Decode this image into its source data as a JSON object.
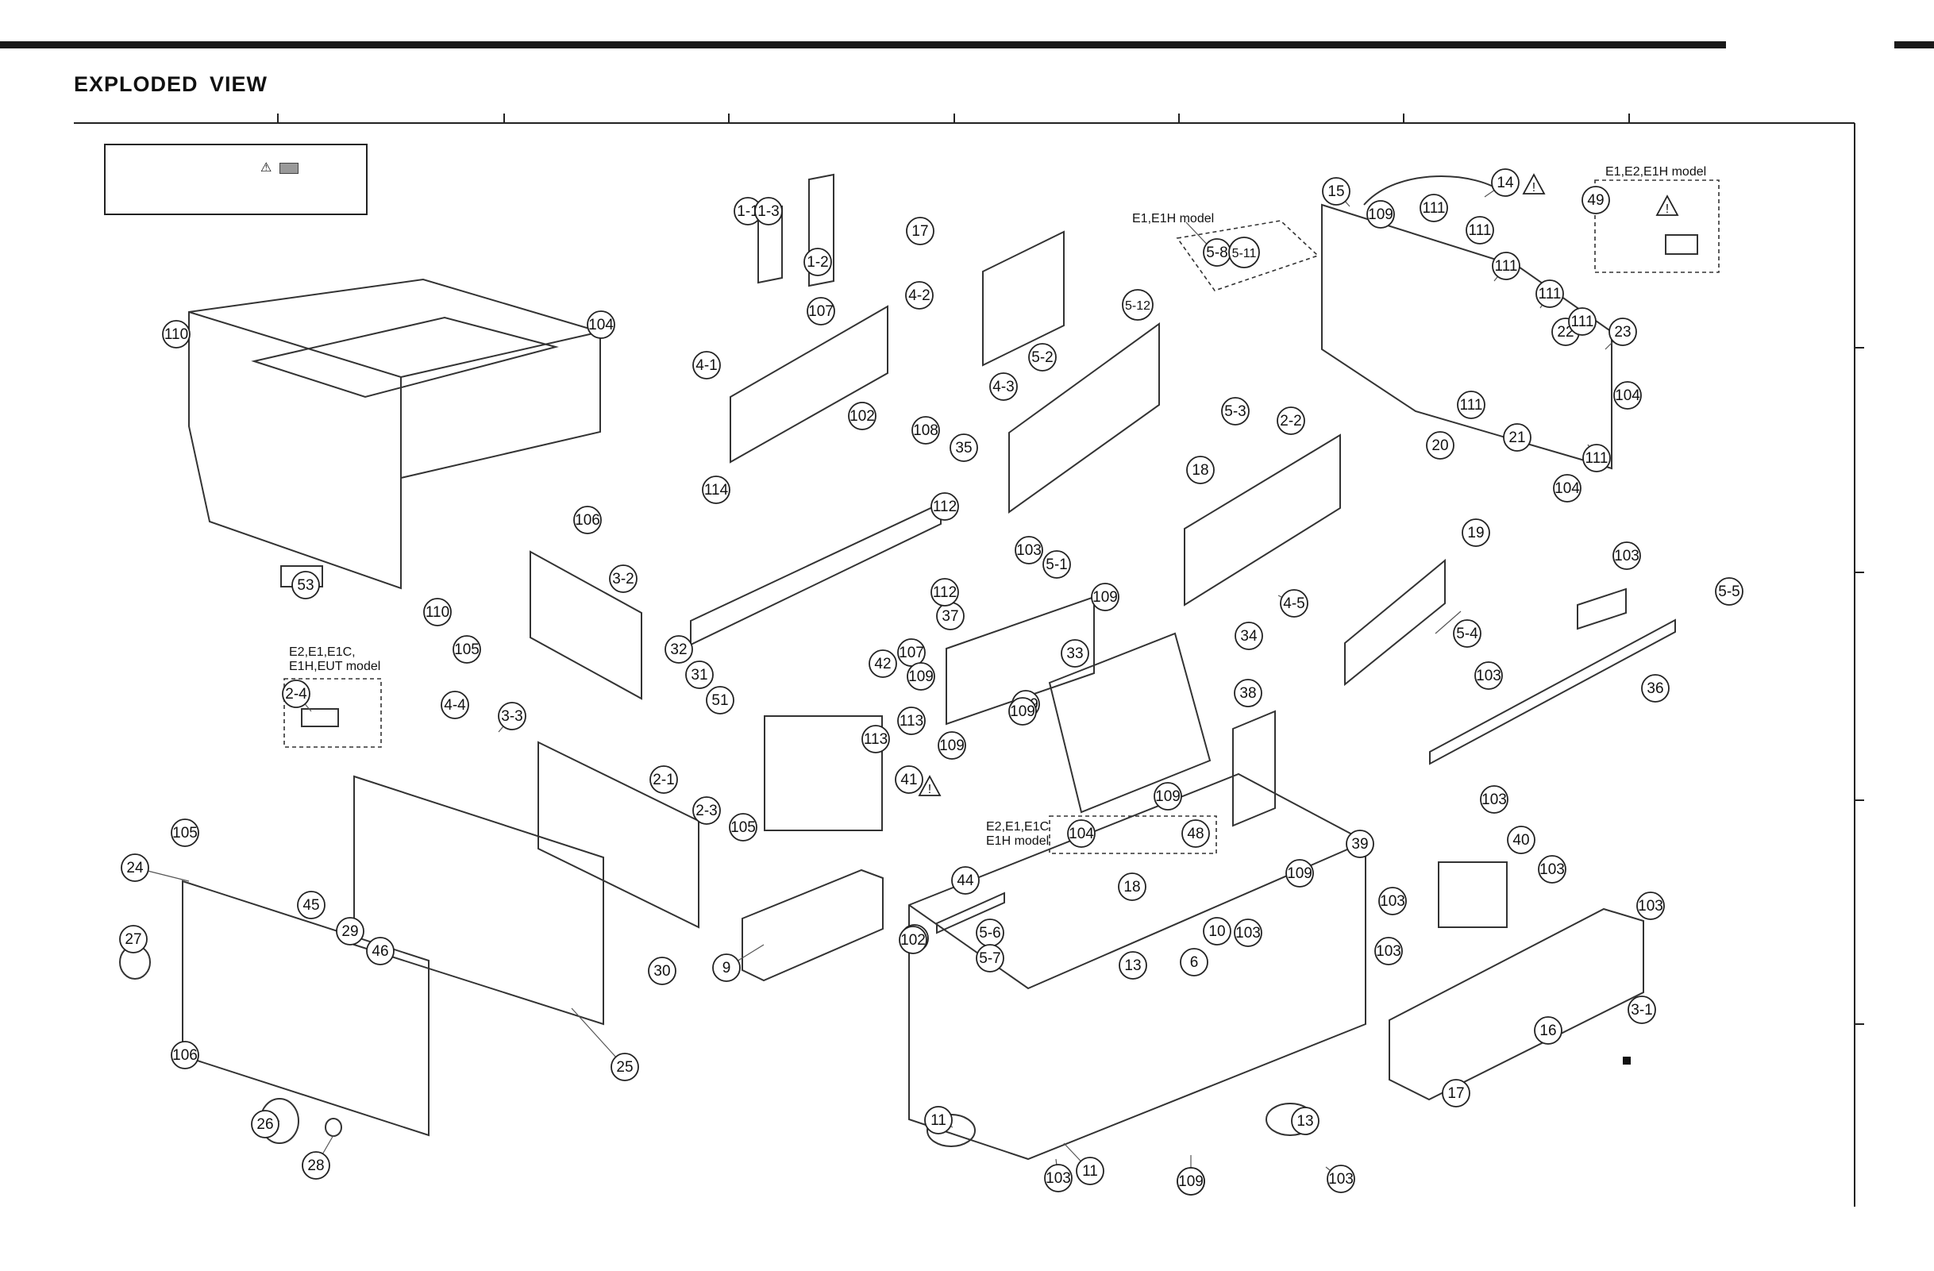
{
  "title": "EXPLODED VIEW",
  "notice": {
    "glyph": "⚠"
  },
  "model_notes": [
    {
      "id": "e1-e2-e1h",
      "lines": [
        "E1,E2,E1H model"
      ]
    },
    {
      "id": "e1-e1h",
      "lines": [
        "E1,E1H model"
      ]
    },
    {
      "id": "e2-e1-e1c-e1h-eut",
      "lines": [
        "E2,E1,E1C,",
        "E1H,EUT model"
      ]
    },
    {
      "id": "e2-e1-e1c-e1h",
      "lines": [
        "E2,E1,E1C",
        "E1H model"
      ]
    }
  ],
  "callouts": [
    "1-1",
    "1-2",
    "1-3",
    "2-1",
    "2-2",
    "2-3",
    "2-4",
    "3-1",
    "3-2",
    "3-3",
    "4-1",
    "4-2",
    "4-3",
    "4-4",
    "4-5",
    "5-1",
    "5-2",
    "5-3",
    "5-4",
    "5-5",
    "5-6",
    "5-7",
    "5-8",
    "5-11",
    "5-12",
    "6",
    "9",
    "10",
    "11",
    "11",
    "13",
    "13",
    "14",
    "15",
    "16",
    "17",
    "17",
    "18",
    "18",
    "19",
    "20",
    "21",
    "22",
    "23",
    "24",
    "25",
    "26",
    "27",
    "28",
    "29",
    "30",
    "31",
    "32",
    "33",
    "34",
    "35",
    "36",
    "37",
    "38",
    "39",
    "40",
    "41",
    "42",
    "44",
    "45",
    "46",
    "48",
    "49",
    "51",
    "53",
    "54",
    "102",
    "102",
    "103",
    "103",
    "103",
    "103",
    "103",
    "103",
    "103",
    "103",
    "103",
    "103",
    "103",
    "104",
    "104",
    "104",
    "104",
    "104",
    "105",
    "105",
    "105",
    "106",
    "106",
    "107",
    "107",
    "108",
    "109",
    "109",
    "109",
    "109",
    "109",
    "109",
    "109",
    "109",
    "109",
    "110",
    "110",
    "111",
    "111",
    "111",
    "111",
    "111",
    "111",
    "111",
    "112",
    "112",
    "113",
    "113",
    "114"
  ],
  "warning_marks": [
    "42",
    "15",
    "51"
  ]
}
